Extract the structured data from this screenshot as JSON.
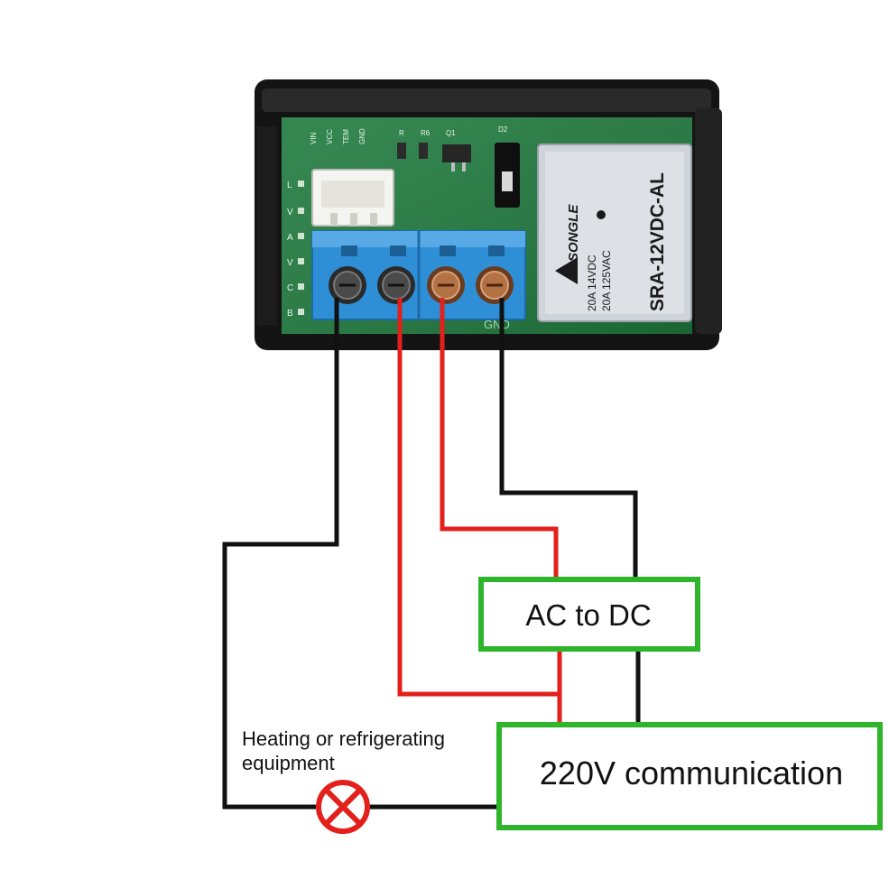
{
  "board": {
    "header_pins": [
      "VIN",
      "VCC",
      "TEM",
      "GND"
    ],
    "component_labels": [
      "R",
      "R6",
      "Q1",
      "D2"
    ],
    "side_marks": [
      "L",
      "V",
      "A",
      "V",
      "C",
      "B"
    ],
    "terminal_silk": "GND",
    "relay": {
      "model": "SRA-12VDC-AL",
      "brand": "SONGLE",
      "rating_1": "20A 14VDC",
      "rating_2": "20A 125VAC"
    }
  },
  "blocks": {
    "ac_dc": "AC to DC",
    "supply": "220V communication"
  },
  "load": {
    "label_line1": "Heating or refrigerating",
    "label_line2": "equipment"
  },
  "colors": {
    "wire_black": "#111111",
    "wire_red": "#e3201b",
    "box_green": "#2fb52b",
    "pcb_green": "#1f7a3e",
    "terminal_blue": "#2f8fd6",
    "load_red": "#e3201b"
  }
}
